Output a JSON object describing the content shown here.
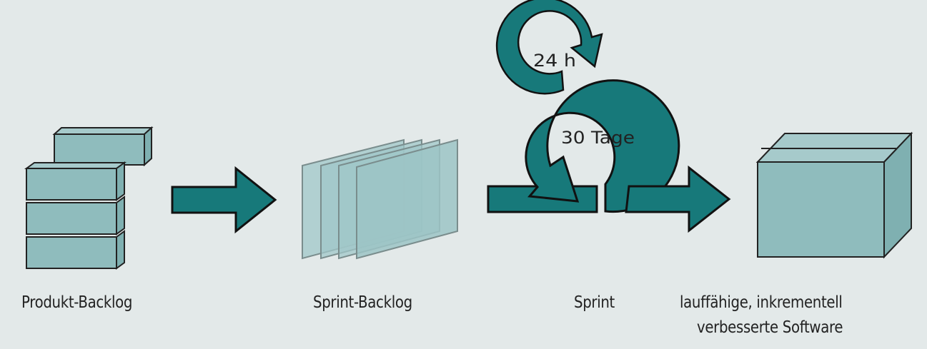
{
  "diagram": {
    "title": "",
    "colors": {
      "background": "#e3e9e9",
      "arrow_fill": "#17797a",
      "arrow_stroke": "#111111",
      "block_fill": "#8fbcbd",
      "block_top": "#a6cacb",
      "block_side": "#7fb0b1",
      "sheet_fill": "#a0c7c8",
      "sheet_stroke": "#7a8d8d",
      "text": "#222222"
    },
    "stages": [
      {
        "id": "produkt-backlog",
        "label": "Produkt-Backlog",
        "icon": "stacked-blocks-icon"
      },
      {
        "id": "sprint-backlog",
        "label": "Sprint-Backlog",
        "icon": "stacked-sheets-icon"
      },
      {
        "id": "sprint",
        "label": "Sprint",
        "icon": "sprint-cycle-icon"
      },
      {
        "id": "software",
        "label_line1": "lauffähige, inkrementell",
        "label_line2": "verbesserte Software",
        "icon": "box-icon"
      }
    ],
    "cycles": {
      "daily": "24 h",
      "sprint": "30 Tage"
    },
    "connectors": [
      {
        "from": "produkt-backlog",
        "to": "sprint-backlog",
        "icon": "arrow-right-icon"
      },
      {
        "from": "sprint-backlog",
        "to": "sprint",
        "icon": "arrow-right-icon"
      },
      {
        "from": "sprint",
        "to": "software",
        "icon": "arrow-right-icon"
      }
    ]
  }
}
